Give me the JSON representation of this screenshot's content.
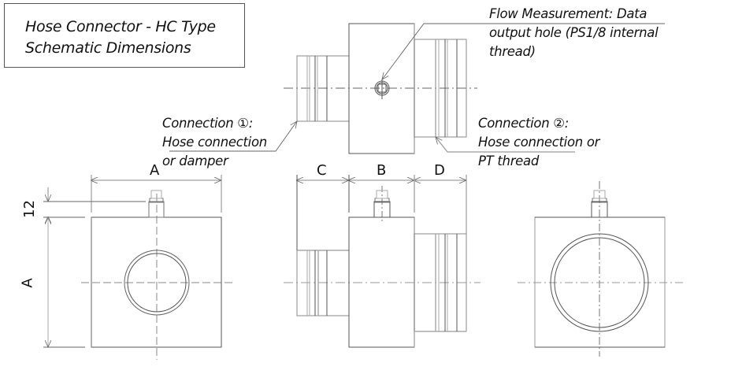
{
  "title": {
    "line1": "Hose Connector - HC Type",
    "line2": "Schematic Dimensions"
  },
  "callouts": {
    "flow_measurement": {
      "line1": "Flow Measurement: Data",
      "line2": "output hole (PS1/8 internal",
      "line3": "thread)"
    },
    "connection_1": {
      "line1": "Connection ①:",
      "line2": "Hose connection",
      "line3": "or damper"
    },
    "connection_2": {
      "line1": "Connection ②:",
      "line2": "Hose connection or",
      "line3": "PT thread"
    }
  },
  "dimensions": {
    "front_width": "A",
    "front_height": "A",
    "sensor_height": "12",
    "side_c": "C",
    "side_b": "B",
    "side_d": "D"
  },
  "views": [
    "top-view",
    "front-view-connection-1",
    "side-view",
    "front-view-connection-2"
  ],
  "colors": {
    "line": "#555555",
    "light_line": "#aaaaaa",
    "text": "#111111"
  }
}
